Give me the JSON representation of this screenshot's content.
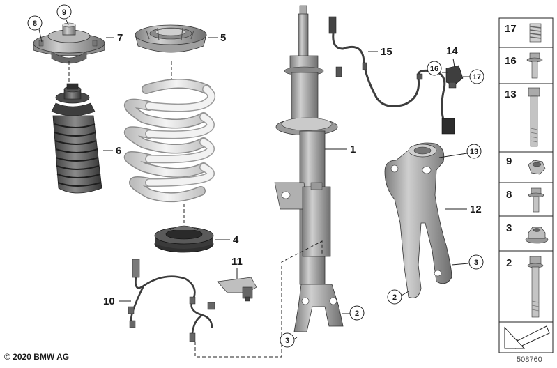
{
  "callouts": {
    "c1": "1",
    "c2a": "2",
    "c2b": "2",
    "c3a": "3",
    "c3b": "3",
    "c4": "4",
    "c5": "5",
    "c6": "6",
    "c7": "7",
    "c8": "8",
    "c9": "9",
    "c10": "10",
    "c11": "11",
    "c12": "12",
    "c13": "13",
    "c14": "14",
    "c15": "15",
    "c16": "16",
    "c17": "17"
  },
  "sidebar": {
    "items": [
      {
        "num": "17",
        "part": "threaded-insert"
      },
      {
        "num": "16",
        "part": "collar-screw"
      },
      {
        "num": "13",
        "part": "long-bolt"
      },
      {
        "num": "9",
        "part": "hex-nut"
      },
      {
        "num": "8",
        "part": "flange-screw"
      },
      {
        "num": "3",
        "part": "self-locking-nut"
      },
      {
        "num": "2",
        "part": "hex-bolt"
      }
    ]
  },
  "footer": {
    "copyright": "© 2020 BMW AG",
    "diagram_id": "508760"
  }
}
